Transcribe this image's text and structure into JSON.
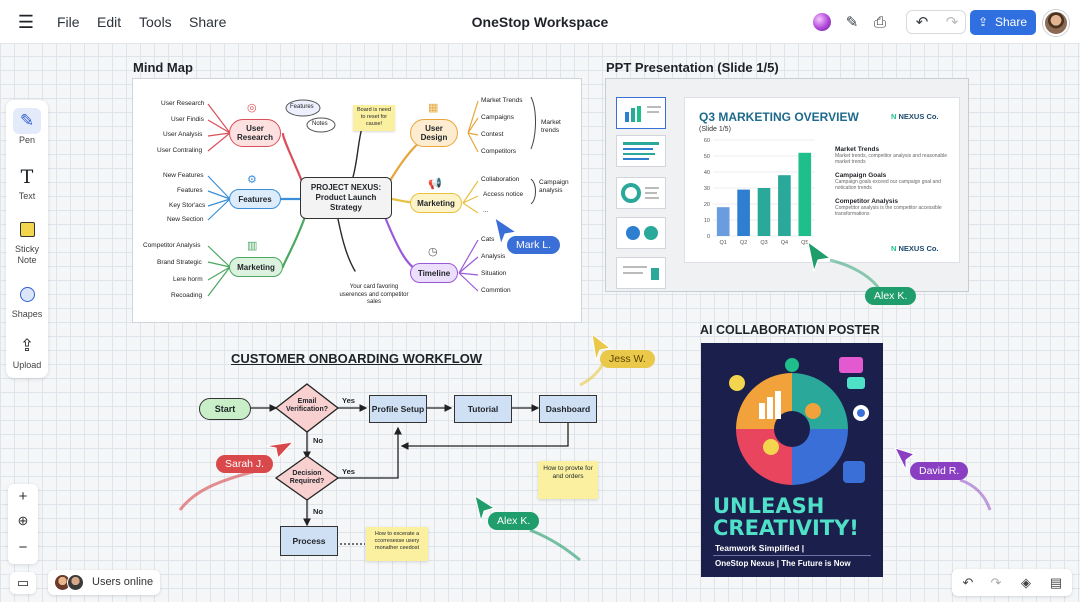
{
  "topbar": {
    "menu": [
      "File",
      "Edit",
      "Tools",
      "Share"
    ],
    "title": "OneStop Workspace",
    "share_label": "Share"
  },
  "toolbar": [
    {
      "label": "Pen",
      "icon": "pen-icon"
    },
    {
      "label": "Text",
      "icon": "text-icon"
    },
    {
      "label": "Sticky Note",
      "icon": "sticky-note-icon"
    },
    {
      "label": "Shapes",
      "icon": "shapes-icon"
    },
    {
      "label": "Upload",
      "icon": "upload-icon"
    }
  ],
  "bottom": {
    "users_label": "Users online"
  },
  "mindmap": {
    "title": "Mind Map",
    "center": "PROJECT NEXUS: Product Launch Strategy",
    "nodes": {
      "user_research": "User Research",
      "features": "Features",
      "marketing_left": "Marketing",
      "user_design": "User Design",
      "marketing_right": "Marketing",
      "timeline": "Timeline"
    },
    "leaves": {
      "user_research": [
        "User Research",
        "User Findis",
        "User Analysis",
        "User Contraling"
      ],
      "features": [
        "New Features",
        "Features",
        "Key Stor'acs",
        "New Section"
      ],
      "marketing_left": [
        "Competitor Analysis",
        "Brand Strategic",
        "Lere horm",
        "Recoading"
      ],
      "user_design": [
        "Market Trends",
        "Campaigns",
        "Contest",
        "Competitors"
      ],
      "marketing_right": [
        "Collaboration",
        "Access notice",
        "..."
      ],
      "timeline": [
        "Cats",
        "Analysis",
        "Situation",
        "Commtion"
      ]
    },
    "side_notes": {
      "market": "Market trends",
      "campaign": "Campaign analysis",
      "bubble_a": "Features",
      "bubble_b": "Notes",
      "sticky": "Board is need to reset for cause!",
      "bottom_note": "Your card favoring userences and competitor sales"
    }
  },
  "ppt": {
    "title": "PPT Presentation (Slide 1/5)",
    "slide_title": "Q3 MARKETING OVERVIEW",
    "slide_sub": "(Slide 1/5)",
    "logo": "NEXUS Co.",
    "bullets": [
      {
        "head": "Market Trends",
        "text": "Market trends, competitor analysis and reasonable market trends"
      },
      {
        "head": "Campaign Goals",
        "text": "Campaign goals exceed our campaign goal and notication trends"
      },
      {
        "head": "Competitor Analysis",
        "text": "Competitor analysis is the competitor accessible transformations"
      }
    ]
  },
  "chart_data": {
    "type": "bar",
    "categories": [
      "Q1",
      "Q2",
      "Q3",
      "Q4",
      "Q5"
    ],
    "series": [
      {
        "name": "",
        "values": [
          18,
          29,
          30,
          38,
          52
        ],
        "colors": [
          "#6a9de0",
          "#2f7fd0",
          "#2aa89a",
          "#2aa89a",
          "#1ebf8a"
        ]
      }
    ],
    "y_ticks": [
      "0",
      "10",
      "20",
      "30",
      "40",
      "50",
      "60"
    ],
    "ylim": [
      0,
      60
    ],
    "grid": true
  },
  "workflow": {
    "title": "CUSTOMER ONBOARDING WORKFLOW",
    "start": "Start",
    "email": "Email Verification?",
    "decision": "Decision Required?",
    "profile": "Profile Setup",
    "tutorial": "Tutorial",
    "dashboard": "Dashboard",
    "process": "Process",
    "yes1": "Yes",
    "no1": "No",
    "yes2": "Yes",
    "no2": "No",
    "sticky1": "How to provte for and orders",
    "sticky2": "How to excerate a ccorresesse usery monather ceedost"
  },
  "poster": {
    "title": "AI COLLABORATION POSTER",
    "headline1": "UNLEASH",
    "headline2": "CREATIVITY!",
    "sub1": "Teamwork Simplified |",
    "sub2": "OneStop Nexus | The Future is Now"
  },
  "cursors": [
    {
      "name": "Mark L.",
      "color": "#3a6fd8"
    },
    {
      "name": "Alex K.",
      "color": "#1f9d6a"
    },
    {
      "name": "Jess W.",
      "color": "#e9c84a"
    },
    {
      "name": "Sarah J.",
      "color": "#d9484a"
    },
    {
      "name": "Alex K.",
      "color": "#1f9d6a"
    },
    {
      "name": "David R.",
      "color": "#8a3fc2"
    }
  ]
}
